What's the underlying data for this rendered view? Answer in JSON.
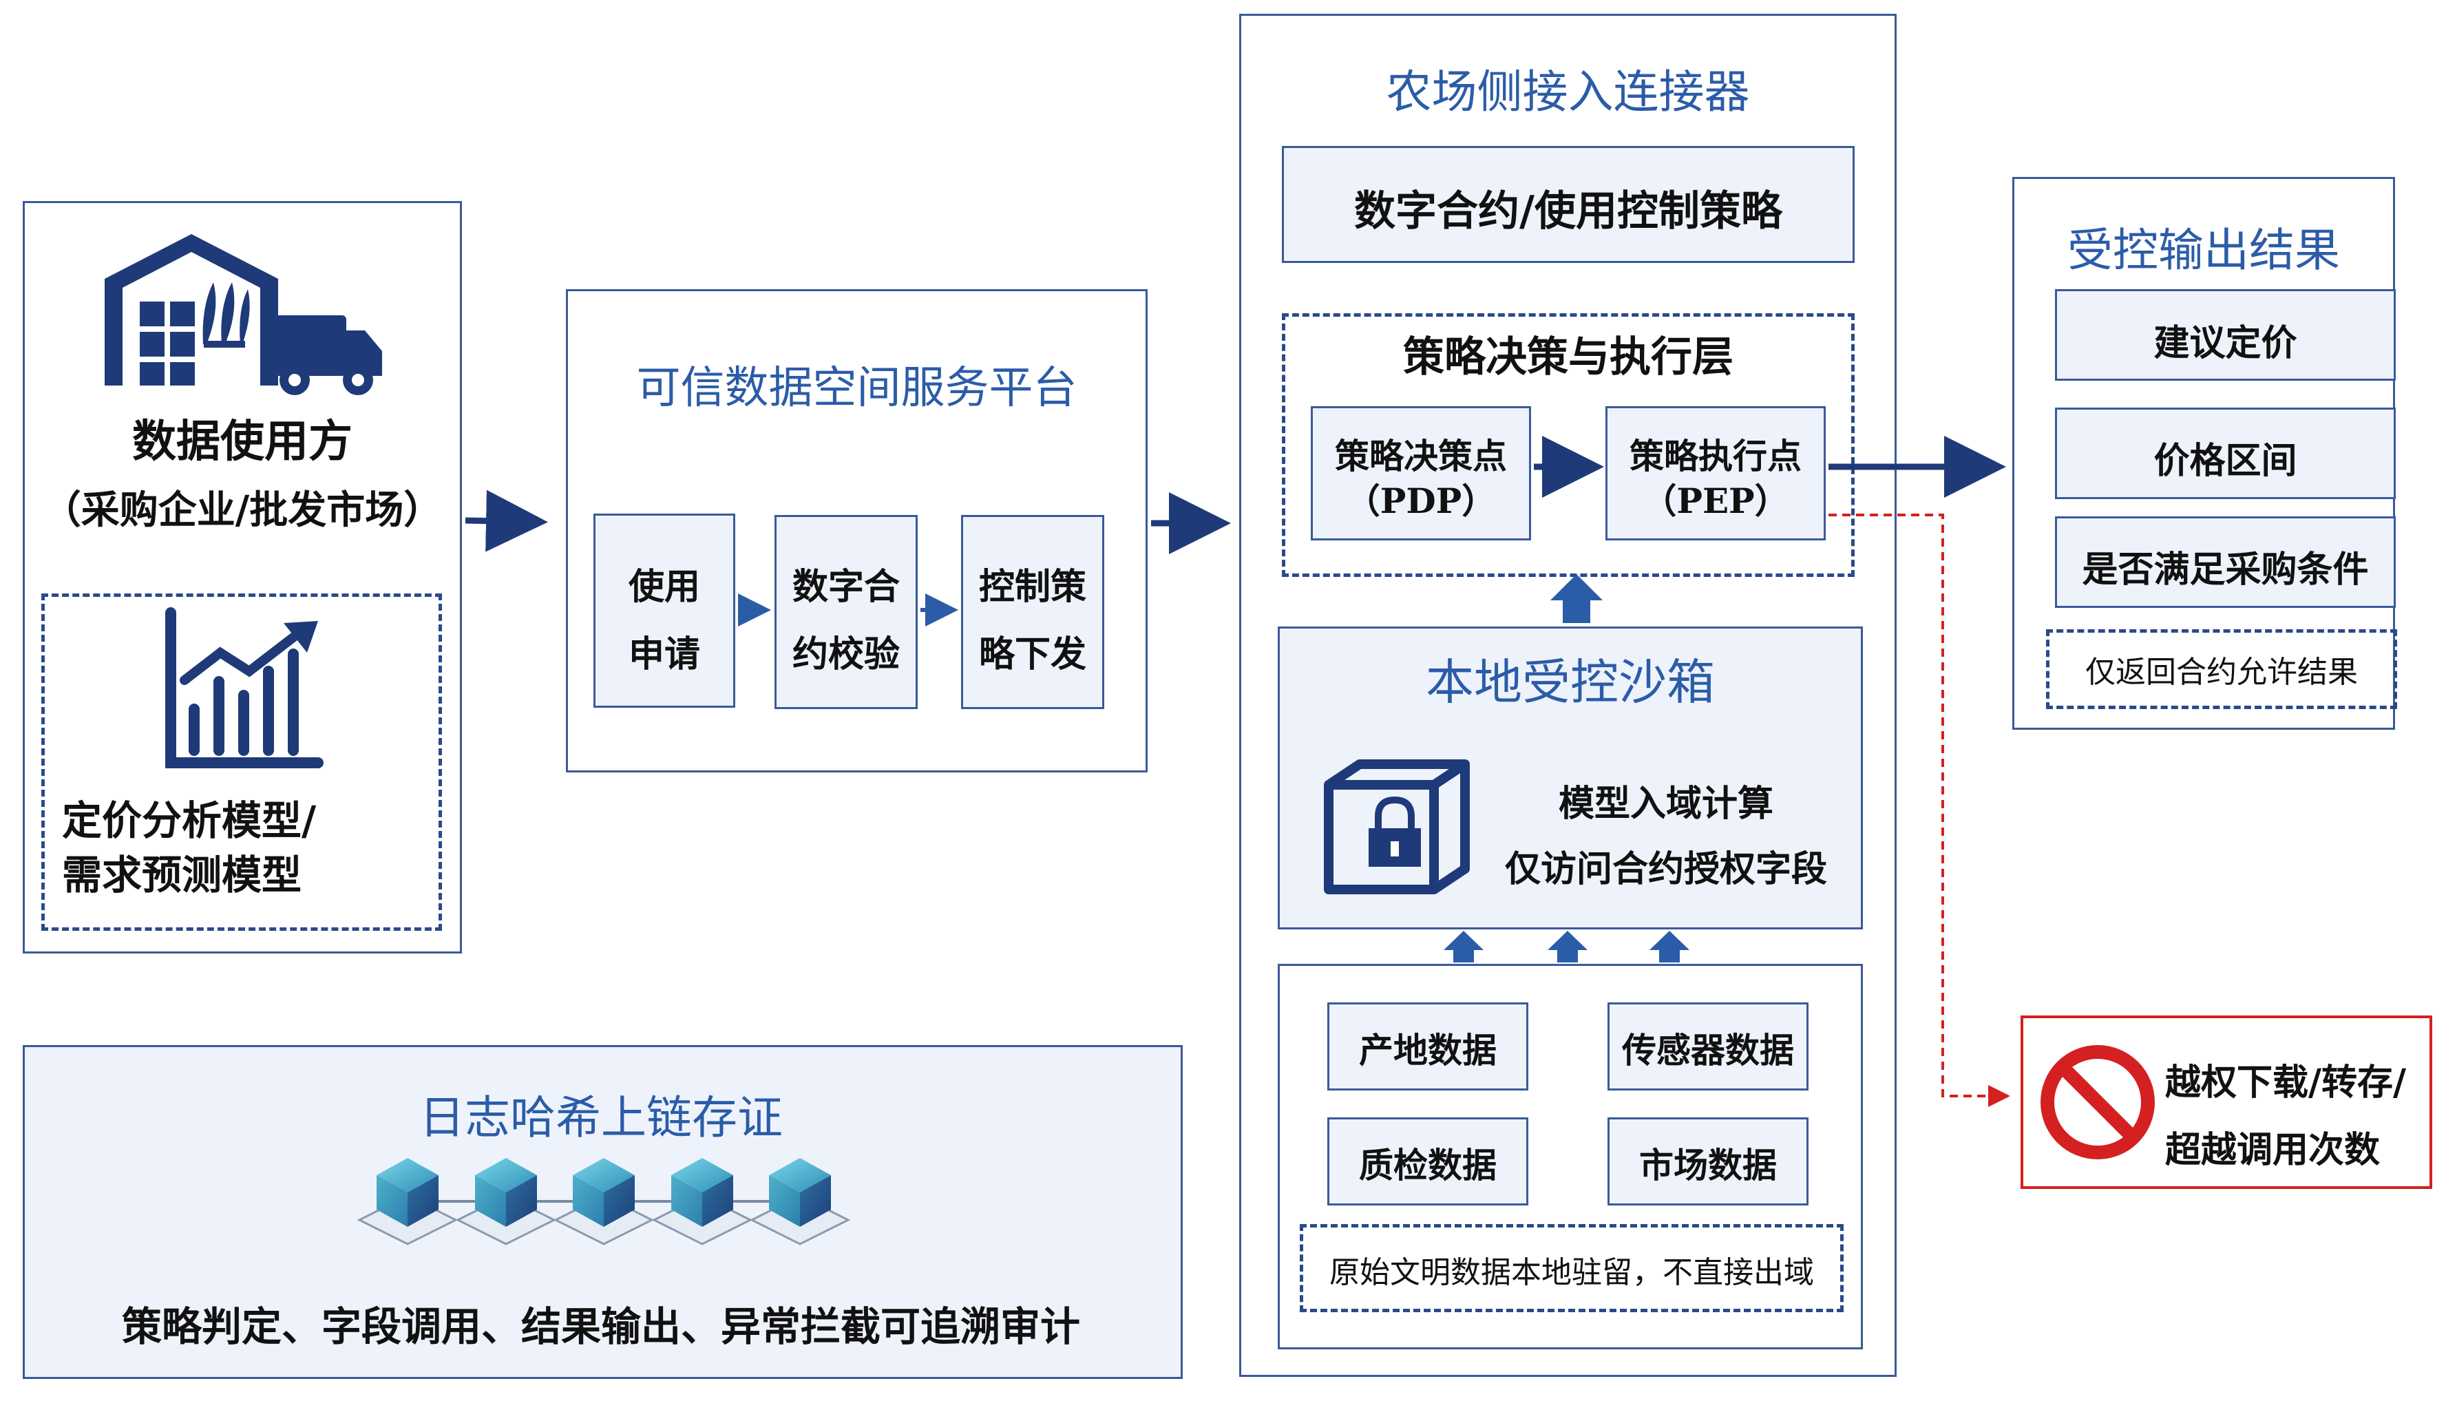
{
  "user": {
    "title": "数据使用方",
    "subtitle": "（采购企业/批发市场）",
    "models_line1": "定价分析模型/",
    "models_line2": "需求预测模型"
  },
  "platform": {
    "title": "可信数据空间服务平台",
    "steps": [
      {
        "line1": "使用",
        "line2": "申请"
      },
      {
        "line1": "数字合",
        "line2": "约校验"
      },
      {
        "line1": "控制策",
        "line2": "略下发"
      }
    ]
  },
  "connector": {
    "title": "农场侧接入连接器",
    "contract": "数字合约/使用控制策略",
    "policy_layer": {
      "title": "策略决策与执行层",
      "pdp_line1": "策略决策点",
      "pdp_line2": "（PDP）",
      "pep_line1": "策略执行点",
      "pep_line2": "（PEP）"
    },
    "sandbox": {
      "title": "本地受控沙箱",
      "line1": "模型入域计算",
      "line2": "仅访问合约授权字段"
    },
    "data_sources": [
      "产地数据",
      "传感器数据",
      "质检数据",
      "市场数据"
    ],
    "data_note": "原始文明数据本地驻留，不直接出域"
  },
  "output": {
    "title": "受控输出结果",
    "items": [
      "建议定价",
      "价格区间",
      "是否满足采购条件"
    ],
    "note": "仅返回合约允许结果"
  },
  "violation": {
    "line1": "越权下载/转存/",
    "line2": "超越调用次数"
  },
  "audit": {
    "title": "日志哈希上链存证",
    "desc": "策略判定、字段调用、结果输出、异常拦截可追溯审计"
  },
  "colors": {
    "primary": "#2b5ca8",
    "navy": "#1f3a78",
    "panel": "#eef3fb",
    "alert": "#d42020"
  },
  "icons": [
    "warehouse-icon",
    "truck-icon",
    "bar-chart-icon",
    "lock-box-icon",
    "blockchain-cube-icon",
    "prohibited-icon"
  ]
}
